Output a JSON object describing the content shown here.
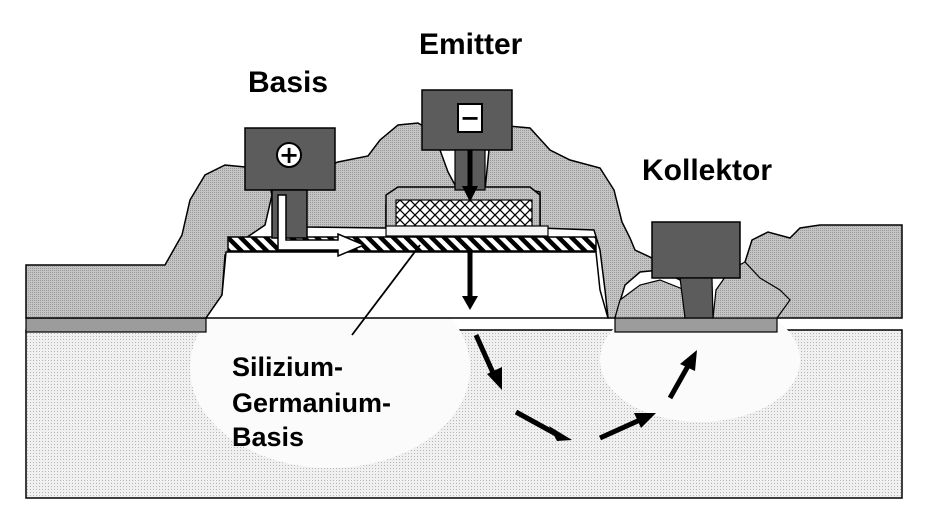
{
  "labels": {
    "base": "Basis",
    "emitter": "Emitter",
    "collector": "Kollektor",
    "sige_line1": "Silizium-",
    "sige_line2": "Germanium-",
    "sige_line3": "Basis"
  },
  "symbols": {
    "base_polarity": "+",
    "emitter_polarity": "−"
  }
}
